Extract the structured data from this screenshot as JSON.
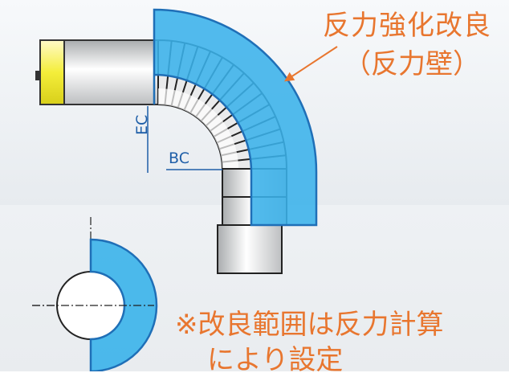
{
  "labels": {
    "title_line1": "反力強化改良",
    "title_line2": "（反力壁）",
    "bc": "BC",
    "ec": "EC",
    "note_line1": "※改良範囲は反力計算",
    "note_line2": "により設定"
  },
  "colors": {
    "accent_orange": "#e8762f",
    "wall_blue": "#3ab2ea",
    "wall_edge": "#1f6fb7",
    "label_blue": "#1f5fa8",
    "cutter_yellow": "#f4ee3a"
  }
}
